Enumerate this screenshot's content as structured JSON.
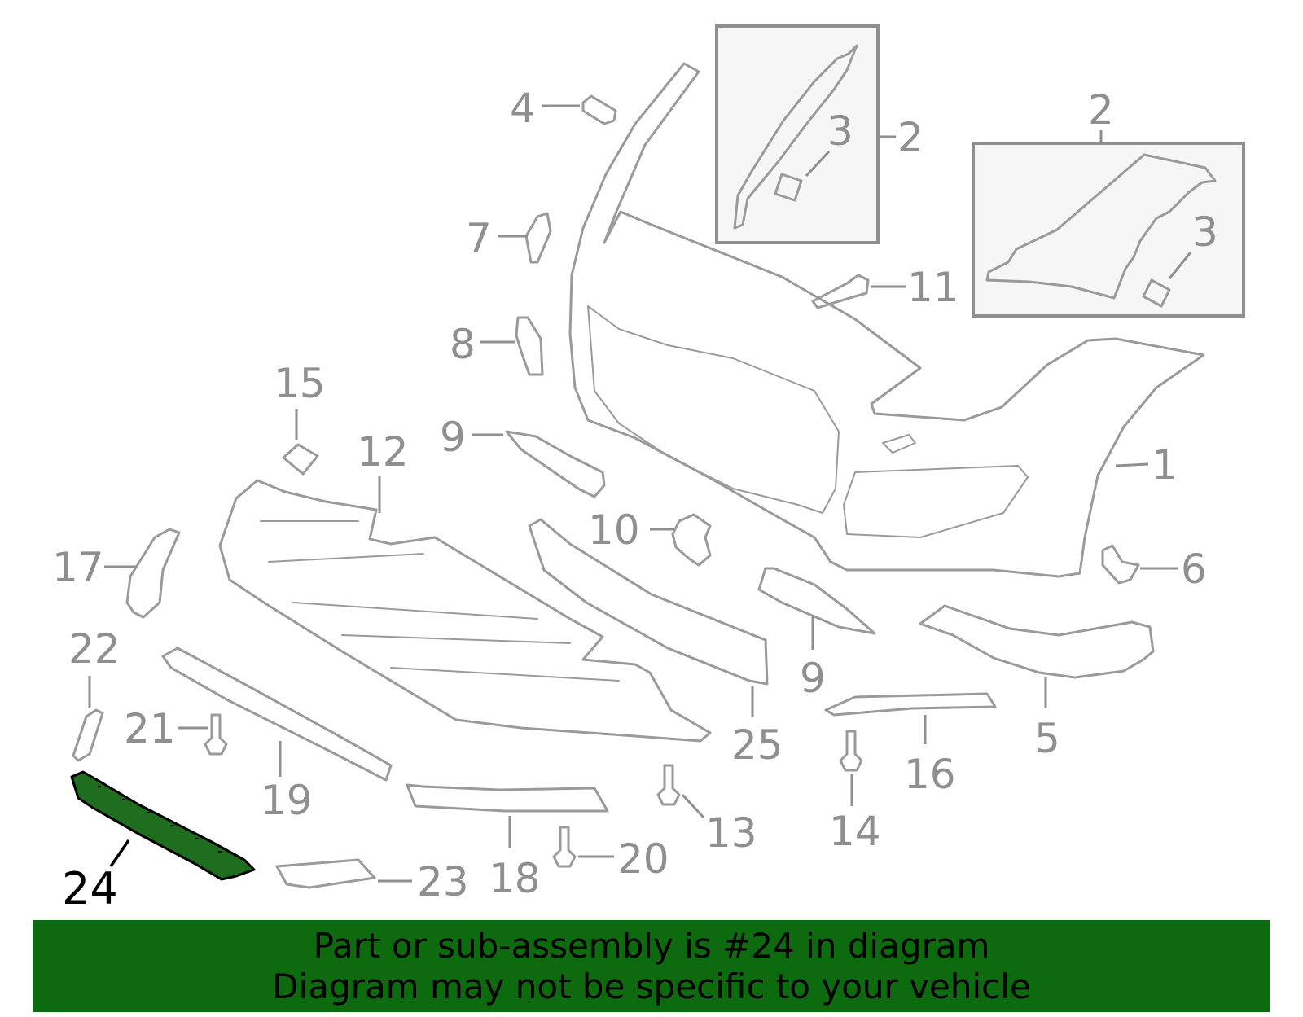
{
  "colors": {
    "part_line": "#9a9a9a",
    "label": "#8f8f8f",
    "highlight_fill": "#1f6e1f",
    "banner_bg": "#0e6a0e",
    "banner_text": "#000000"
  },
  "callouts": {
    "c1": "1",
    "c2a": "2",
    "c2b": "2",
    "c3a": "3",
    "c3b": "3",
    "c4": "4",
    "c5": "5",
    "c6": "6",
    "c7": "7",
    "c8": "8",
    "c9a": "9",
    "c9b": "9",
    "c10": "10",
    "c11": "11",
    "c12": "12",
    "c13": "13",
    "c14": "14",
    "c15": "15",
    "c16": "16",
    "c17": "17",
    "c18": "18",
    "c19": "19",
    "c20": "20",
    "c21": "21",
    "c22": "22",
    "c23": "23",
    "c24": "24",
    "c25": "25"
  },
  "highlighted_part": "24",
  "banner": {
    "line1": "Part or sub-assembly is #24 in diagram",
    "line2": "Diagram may not be specific to your vehicle"
  }
}
